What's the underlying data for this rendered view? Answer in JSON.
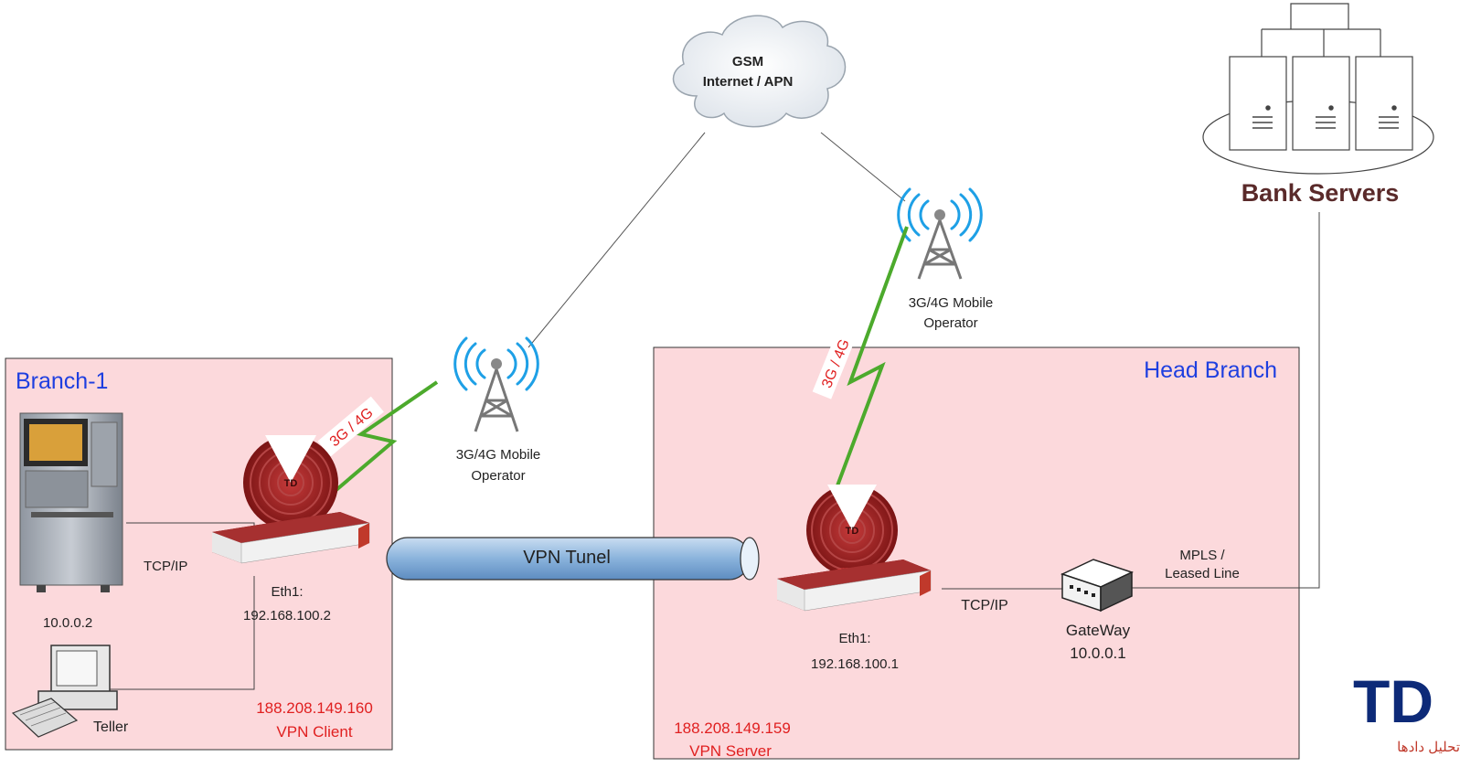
{
  "cloud": {
    "line1": "GSM",
    "line2": "Internet / APN"
  },
  "bank_servers": {
    "label": "Bank Servers"
  },
  "tower_branch": {
    "line1": "3G/4G Mobile",
    "line2": "Operator"
  },
  "tower_head": {
    "line1": "3G/4G Mobile",
    "line2": "Operator"
  },
  "branch1": {
    "title": "Branch-1",
    "link_label": "3G / 4G",
    "atm_link": "TCP/IP",
    "atm_ip": "10.0.0.2",
    "eth_label": "Eth1:",
    "eth_ip": "192.168.100.2",
    "teller": "Teller",
    "public_ip": "188.208.149.160",
    "role": "VPN Client"
  },
  "vpn_tunnel": {
    "label": "VPN Tunel"
  },
  "head_branch": {
    "title": "Head Branch",
    "link_label": "3G / 4G",
    "eth_label": "Eth1:",
    "eth_ip": "192.168.100.1",
    "gateway_link": "TCP/IP",
    "gateway_label": "GateWay",
    "gateway_ip": "10.0.0.1",
    "wan_line1": "MPLS /",
    "wan_line2": "Leased Line",
    "public_ip": "188.208.149.159",
    "role": "VPN Server"
  },
  "brand": {
    "logo_text": "TD",
    "tagline": "تحلیل دادها"
  },
  "colors": {
    "zone_fill": "#fcd9dc",
    "zone_stroke": "#333333",
    "title_blue": "#1e3fe0",
    "ip_red": "#e02020",
    "signal_green": "#4caa2c",
    "router_red": "#7a1414",
    "tunnel_blue": "#8ab3dc",
    "wifi_blue": "#1ea0e6",
    "bank_text": "#5a2a2a",
    "logo_navy": "#0d2a78"
  }
}
